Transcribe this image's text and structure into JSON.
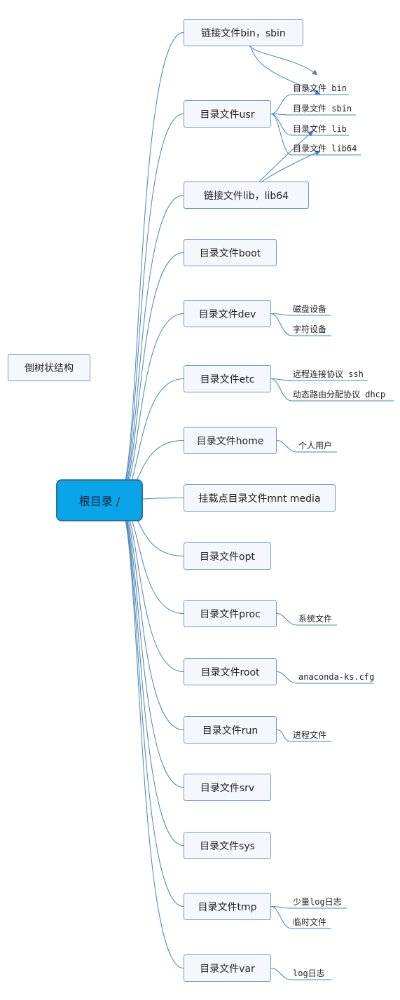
{
  "standalone": {
    "label": "倒树状结构"
  },
  "root": {
    "label": "根目录 /"
  },
  "nodes": [
    {
      "id": "bin-sbin",
      "label": "链接文件bin，sbin",
      "children": []
    },
    {
      "id": "usr",
      "label": "目录文件usr",
      "children": [
        "目录文件 bin",
        "目录文件 sbin",
        "目录文件 lib",
        "目录文件 lib64"
      ]
    },
    {
      "id": "lib-lib64",
      "label": "链接文件lib，lib64",
      "children": []
    },
    {
      "id": "boot",
      "label": "目录文件boot",
      "children": []
    },
    {
      "id": "dev",
      "label": "目录文件dev",
      "children": [
        "磁盘设备",
        "字符设备"
      ]
    },
    {
      "id": "etc",
      "label": "目录文件etc",
      "children": [
        "远程连接协议 ssh",
        "动态路由分配协议 dhcp"
      ]
    },
    {
      "id": "home",
      "label": "目录文件home",
      "children": [
        "个人用户"
      ]
    },
    {
      "id": "mnt-media",
      "label": "挂载点目录文件mnt media",
      "children": []
    },
    {
      "id": "opt",
      "label": "目录文件opt",
      "children": []
    },
    {
      "id": "proc",
      "label": "目录文件proc",
      "children": [
        "系统文件"
      ]
    },
    {
      "id": "root",
      "label": "目录文件root",
      "children": [
        "anaconda-ks.cfg"
      ]
    },
    {
      "id": "run",
      "label": "目录文件run",
      "children": [
        "进程文件"
      ]
    },
    {
      "id": "srv",
      "label": "目录文件srv",
      "children": []
    },
    {
      "id": "sys",
      "label": "目录文件sys",
      "children": []
    },
    {
      "id": "tmp",
      "label": "目录文件tmp",
      "children": [
        "少量log日志",
        "临时文件"
      ]
    },
    {
      "id": "var",
      "label": "目录文件var",
      "children": [
        "log日志"
      ]
    }
  ],
  "colors": {
    "line": "#4a84b8",
    "root_fill": "#0aa4e8",
    "node_fill": "#f4f7fb",
    "node_border": "#6f9bc4"
  }
}
